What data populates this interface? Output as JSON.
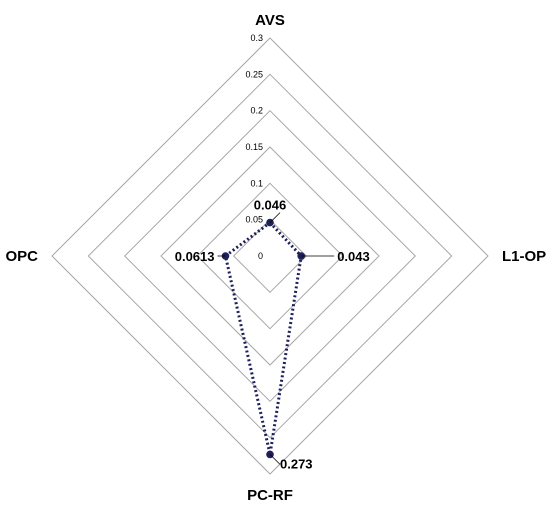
{
  "chart_data": {
    "type": "radar",
    "axes": [
      "AVS",
      "L1-OP",
      "PC-RF",
      "OPC"
    ],
    "range": [
      0,
      0.3
    ],
    "ticks": [
      0,
      0.05,
      0.1,
      0.15,
      0.2,
      0.25,
      0.3
    ],
    "tick_labels": [
      "0",
      "0.05",
      "0.1",
      "0.15",
      "0.2",
      "0.25",
      "0.3"
    ],
    "grid": true,
    "series": [
      {
        "values": [
          0.046,
          0.043,
          0.273,
          0.0613
        ],
        "data_labels": [
          "0.046",
          "0.043",
          "0.273",
          "0.0613"
        ],
        "color": "#1f1f5c",
        "line_style": "dotted",
        "marker": "circle"
      }
    ]
  }
}
